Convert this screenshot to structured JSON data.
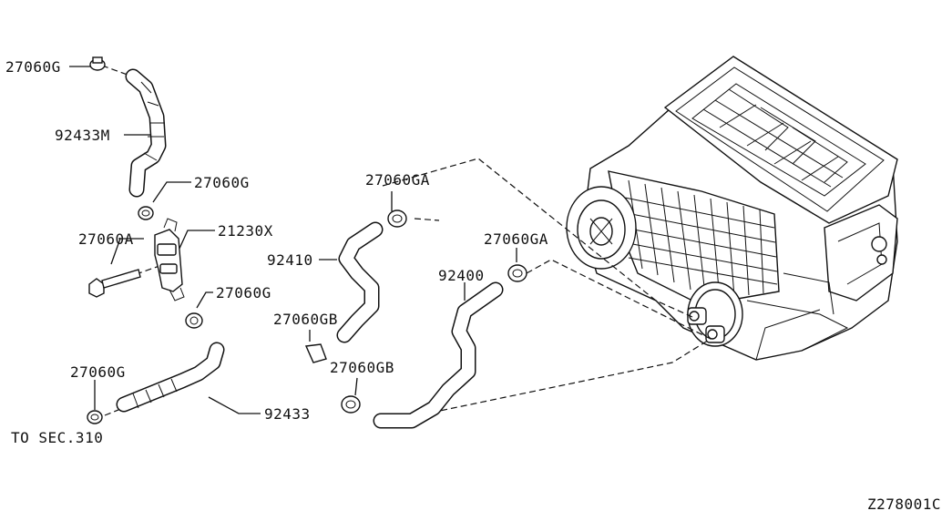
{
  "labels": {
    "l_27060G_top": "27060G",
    "l_92433M": "92433M",
    "l_27060G_mid": "27060G",
    "l_21230X": "21230X",
    "l_27060A": "27060A",
    "l_27060G_low": "27060G",
    "l_27060G_bottom": "27060G",
    "l_to_sec": "TO SEC.310",
    "l_92433": "92433",
    "l_27060GA_left": "27060GA",
    "l_92410": "92410",
    "l_27060GB_left": "27060GB",
    "l_27060GA_right": "27060GA",
    "l_92400": "92400",
    "l_27060GB_right": "27060GB",
    "l_diagram_code": "Z278001C"
  }
}
